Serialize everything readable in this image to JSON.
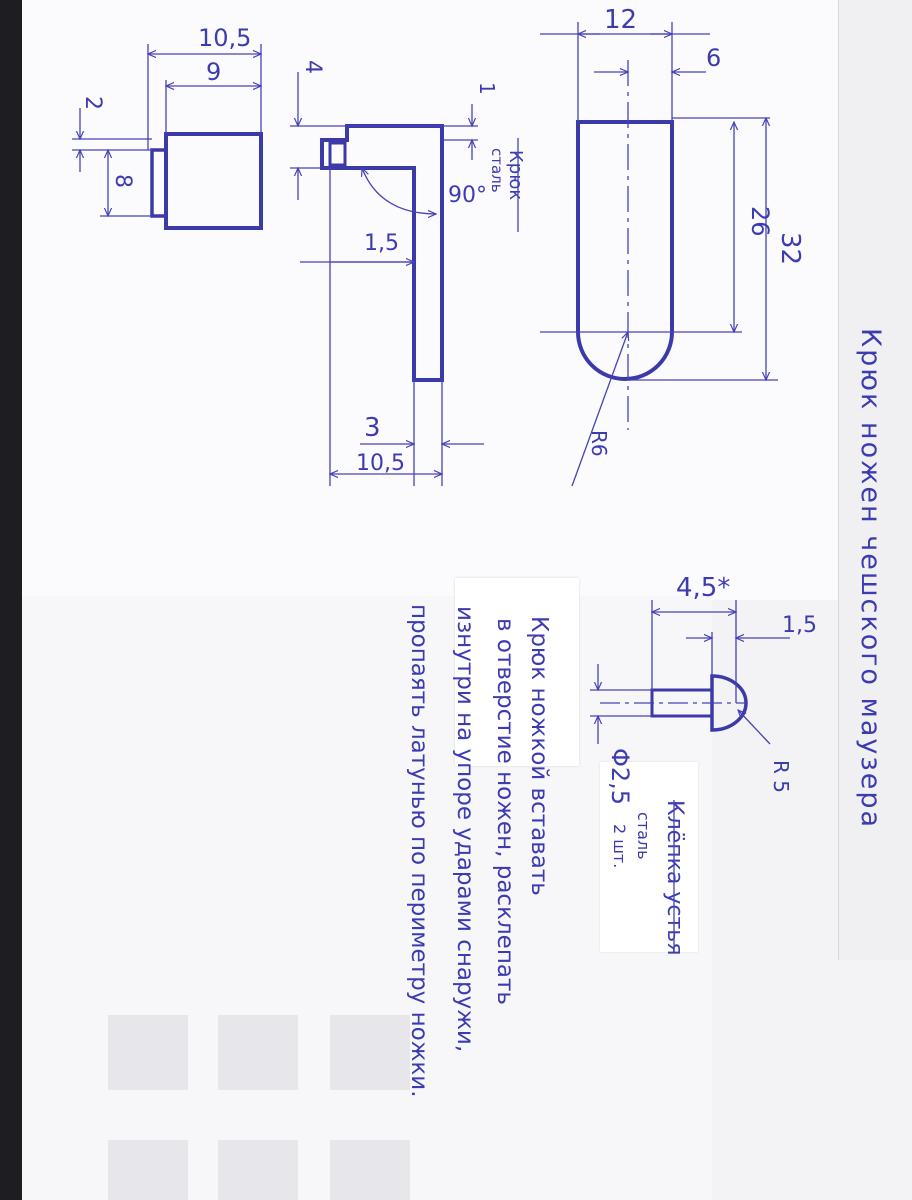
{
  "title": "Крюк ножен чешского маузера",
  "hook": {
    "label": "Крюк",
    "material": "сталь",
    "dims": {
      "width_total": "10,5",
      "width_inner": "9",
      "top_gap": "2",
      "height": "8",
      "thickness": "4",
      "tip": "1",
      "angle": "90°",
      "wall": "1,5",
      "foot": "3",
      "base": "10,5"
    }
  },
  "slot": {
    "dims": {
      "width": "12",
      "half_width": "6",
      "length": "32",
      "straight": "26",
      "radius": "R6"
    }
  },
  "rivet": {
    "label": "Клёпка устья",
    "material": "сталь",
    "qty": "2 шт.",
    "dims": {
      "length": "4,5*",
      "head": "1,5",
      "radius": "R 5",
      "diameter": "Φ2,5"
    }
  },
  "instructions": {
    "lines": [
      "Крюк ножкой вставать",
      "в отверстие ножен, расклепать",
      "изнутри на упоре ударами снаружи,",
      "пропаять латунью по периметру ножки."
    ]
  }
}
